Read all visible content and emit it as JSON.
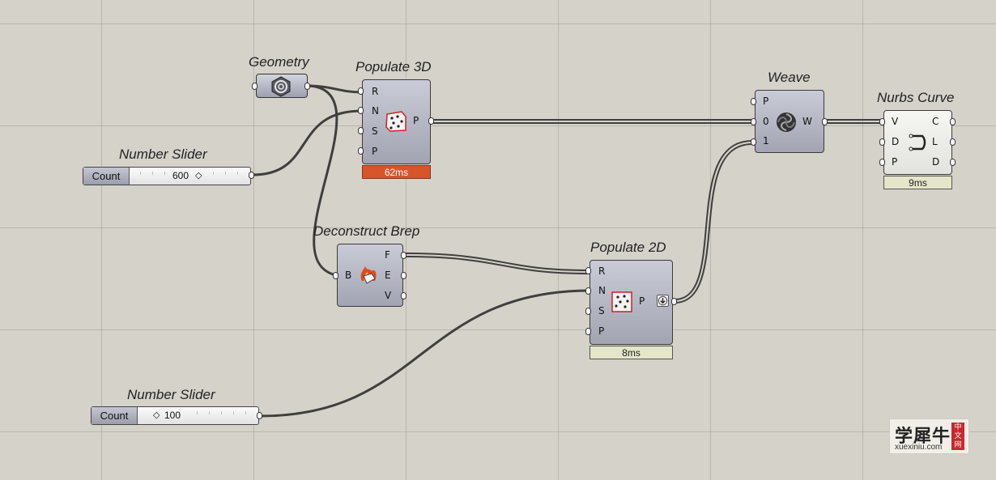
{
  "components": {
    "geometry": {
      "title": "Geometry",
      "icon": "geometry-param-icon"
    },
    "populate3d": {
      "title": "Populate 3D",
      "inputs": [
        "R",
        "N",
        "S",
        "P"
      ],
      "outputs": [
        "P"
      ],
      "timer": "62ms",
      "icon": "populate-3d-icon"
    },
    "weave": {
      "title": "Weave",
      "inputs": [
        "P",
        "0",
        "1"
      ],
      "outputs": [
        "W"
      ],
      "icon": "weave-icon"
    },
    "nurbs": {
      "title": "Nurbs Curve",
      "inputs": [
        "V",
        "D",
        "P"
      ],
      "outputs": [
        "C",
        "L",
        "D"
      ],
      "timer": "9ms",
      "icon": "nurbs-curve-icon"
    },
    "slider1": {
      "title": "Number Slider",
      "name": "Count",
      "value": "600"
    },
    "deconstruct": {
      "title": "Deconstruct Brep",
      "inputs": [
        "B"
      ],
      "outputs": [
        "F",
        "E",
        "V"
      ],
      "icon": "deconstruct-brep-icon"
    },
    "populate2d": {
      "title": "Populate 2D",
      "inputs": [
        "R",
        "N",
        "S",
        "P"
      ],
      "outputs": [
        "P"
      ],
      "timer": "8ms",
      "icon": "populate-2d-icon"
    },
    "slider2": {
      "title": "Number Slider",
      "name": "Count",
      "value": "100"
    }
  },
  "watermark": {
    "main": "学犀牛",
    "sub": "xuexiniu.com",
    "tag": "中文网"
  },
  "colors": {
    "canvas": "#d5d2ca",
    "component": "#a9abb8",
    "timer_hot": "#d8542b",
    "timer_cool": "#e5e5c9",
    "wire": "#4a4a46"
  }
}
